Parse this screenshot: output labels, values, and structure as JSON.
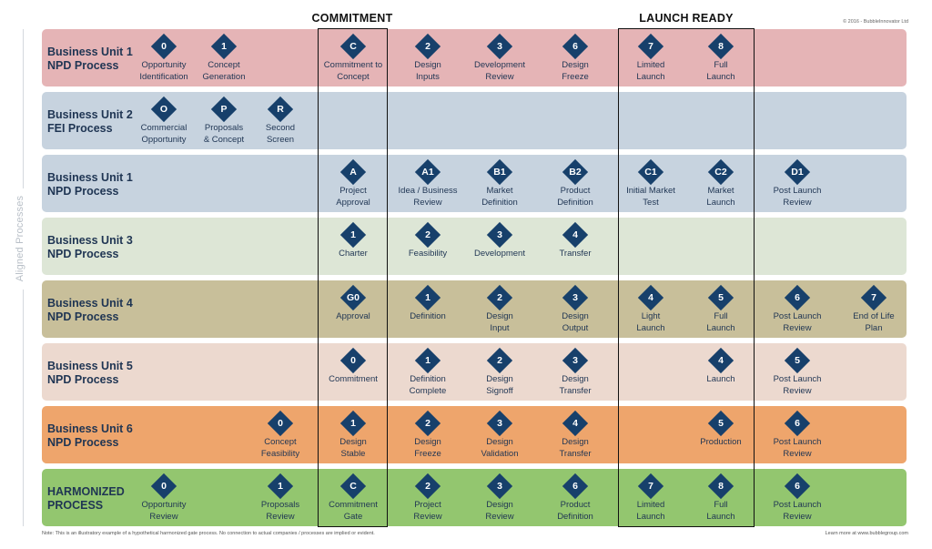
{
  "headers": {
    "commitment": "COMMITMENT",
    "launch_ready": "LAUNCH READY"
  },
  "copyright": "© 2016 - BubbleInnovator Ltd",
  "side_label": "Aligned Processes",
  "rows": [
    {
      "id": "bu1-npd-a",
      "title": [
        "Business Unit 1",
        "NPD Process"
      ],
      "color": "#e5b4b6",
      "gates": [
        {
          "badge": "0",
          "label": [
            "Opportunity",
            "Identification"
          ],
          "col": "c0"
        },
        {
          "badge": "1",
          "label": [
            "Concept",
            "Generation"
          ],
          "col": "c1"
        },
        {
          "badge": "C",
          "label": [
            "Commitment to",
            "Concept"
          ],
          "col": "c3"
        },
        {
          "badge": "2",
          "label": [
            "Design",
            "Inputs"
          ],
          "col": "c4"
        },
        {
          "badge": "3",
          "label": [
            "Development",
            "Review"
          ],
          "col": "c5"
        },
        {
          "badge": "6",
          "label": [
            "Design",
            "Freeze"
          ],
          "col": "c6"
        },
        {
          "badge": "7",
          "label": [
            "Limited",
            "Launch"
          ],
          "col": "c7"
        },
        {
          "badge": "8",
          "label": [
            "Full",
            "Launch"
          ],
          "col": "c8"
        }
      ]
    },
    {
      "id": "bu2-fei",
      "title": [
        "Business Unit 2",
        "FEI Process"
      ],
      "color": "#c7d3df",
      "gates": [
        {
          "badge": "O",
          "label": [
            "Commercial",
            "Opportunity"
          ],
          "col": "c0"
        },
        {
          "badge": "P",
          "label": [
            "Proposals",
            "& Concept"
          ],
          "col": "c1"
        },
        {
          "badge": "R",
          "label": [
            "Second",
            "Screen"
          ],
          "col": "c2"
        }
      ]
    },
    {
      "id": "bu1-npd-b",
      "title": [
        "Business Unit 1",
        "NPD Process"
      ],
      "color": "#c7d3df",
      "gates": [
        {
          "badge": "A",
          "label": [
            "Project",
            "Approval"
          ],
          "col": "c3"
        },
        {
          "badge": "A1",
          "label": [
            "Idea / Business",
            "Review"
          ],
          "col": "c4"
        },
        {
          "badge": "B1",
          "label": [
            "Market",
            "Definition"
          ],
          "col": "c5"
        },
        {
          "badge": "B2",
          "label": [
            "Product",
            "Definition"
          ],
          "col": "c6"
        },
        {
          "badge": "C1",
          "label": [
            "Initial Market",
            "Test"
          ],
          "col": "c7"
        },
        {
          "badge": "C2",
          "label": [
            "Market",
            "Launch"
          ],
          "col": "c8"
        },
        {
          "badge": "D1",
          "label": [
            "Post Launch",
            "Review"
          ],
          "col": "c9"
        }
      ]
    },
    {
      "id": "bu3-npd",
      "title": [
        "Business Unit 3",
        "NPD Process"
      ],
      "color": "#dde6d6",
      "gates": [
        {
          "badge": "1",
          "label": [
            "Charter"
          ],
          "col": "c3"
        },
        {
          "badge": "2",
          "label": [
            "Feasibility"
          ],
          "col": "c4"
        },
        {
          "badge": "3",
          "label": [
            "Development"
          ],
          "col": "c5"
        },
        {
          "badge": "4",
          "label": [
            "Transfer"
          ],
          "col": "c6"
        }
      ]
    },
    {
      "id": "bu4-npd",
      "title": [
        "Business Unit 4",
        "NPD Process"
      ],
      "color": "#c8bf9a",
      "gates": [
        {
          "badge": "G0",
          "label": [
            "Approval"
          ],
          "col": "c3"
        },
        {
          "badge": "1",
          "label": [
            "Definition"
          ],
          "col": "c4"
        },
        {
          "badge": "2",
          "label": [
            "Design",
            "Input"
          ],
          "col": "c5"
        },
        {
          "badge": "3",
          "label": [
            "Design",
            "Output"
          ],
          "col": "c6"
        },
        {
          "badge": "4",
          "label": [
            "Light",
            "Launch"
          ],
          "col": "c7"
        },
        {
          "badge": "5",
          "label": [
            "Full",
            "Launch"
          ],
          "col": "c8"
        },
        {
          "badge": "6",
          "label": [
            "Post Launch",
            "Review"
          ],
          "col": "c9"
        },
        {
          "badge": "7",
          "label": [
            "End of Life",
            "Plan"
          ],
          "col": "c10"
        }
      ]
    },
    {
      "id": "bu5-npd",
      "title": [
        "Business Unit 5",
        "NPD Process"
      ],
      "color": "#ecd9cf",
      "gates": [
        {
          "badge": "0",
          "label": [
            "Commitment"
          ],
          "col": "c3"
        },
        {
          "badge": "1",
          "label": [
            "Definition",
            "Complete"
          ],
          "col": "c4"
        },
        {
          "badge": "2",
          "label": [
            "Design",
            "Signoff"
          ],
          "col": "c5"
        },
        {
          "badge": "3",
          "label": [
            "Design",
            "Transfer"
          ],
          "col": "c6"
        },
        {
          "badge": "4",
          "label": [
            "Launch"
          ],
          "col": "c8"
        },
        {
          "badge": "5",
          "label": [
            "Post Launch",
            "Review"
          ],
          "col": "c9"
        }
      ]
    },
    {
      "id": "bu6-npd",
      "title": [
        "Business Unit 6",
        "NPD Process"
      ],
      "color": "#eea56c",
      "gates": [
        {
          "badge": "0",
          "label": [
            "Concept",
            "Feasibility"
          ],
          "col": "c2"
        },
        {
          "badge": "1",
          "label": [
            "Design",
            "Stable"
          ],
          "col": "c3"
        },
        {
          "badge": "2",
          "label": [
            "Design",
            "Freeze"
          ],
          "col": "c4"
        },
        {
          "badge": "3",
          "label": [
            "Design",
            "Validation"
          ],
          "col": "c5"
        },
        {
          "badge": "4",
          "label": [
            "Design",
            "Transfer"
          ],
          "col": "c6"
        },
        {
          "badge": "5",
          "label": [
            "Production"
          ],
          "col": "c8"
        },
        {
          "badge": "6",
          "label": [
            "Post Launch",
            "Review"
          ],
          "col": "c9"
        }
      ]
    },
    {
      "id": "harmonized",
      "title": [
        "HARMONIZED",
        "PROCESS"
      ],
      "color": "#93c66f",
      "gates": [
        {
          "badge": "0",
          "label": [
            "Opportunity",
            "Review"
          ],
          "col": "c0"
        },
        {
          "badge": "1",
          "label": [
            "Proposals",
            "Review"
          ],
          "col": "c2"
        },
        {
          "badge": "C",
          "label": [
            "Commitment",
            "Gate"
          ],
          "col": "c3"
        },
        {
          "badge": "2",
          "label": [
            "Project",
            "Review"
          ],
          "col": "c4"
        },
        {
          "badge": "3",
          "label": [
            "Design",
            "Review"
          ],
          "col": "c5"
        },
        {
          "badge": "6",
          "label": [
            "Product",
            "Definition"
          ],
          "col": "c6"
        },
        {
          "badge": "7",
          "label": [
            "Limited",
            "Launch"
          ],
          "col": "c7"
        },
        {
          "badge": "8",
          "label": [
            "Full",
            "Launch"
          ],
          "col": "c8"
        },
        {
          "badge": "6",
          "label": [
            "Post Launch",
            "Review"
          ],
          "col": "c9"
        }
      ]
    }
  ],
  "footer": {
    "note": "Note: This is an illustratory example of a hypothetical harmonized gate process. No connection to actual companies / processes are implied or evident.",
    "learn_more": "Learn more at www.bubblegroup.com"
  }
}
